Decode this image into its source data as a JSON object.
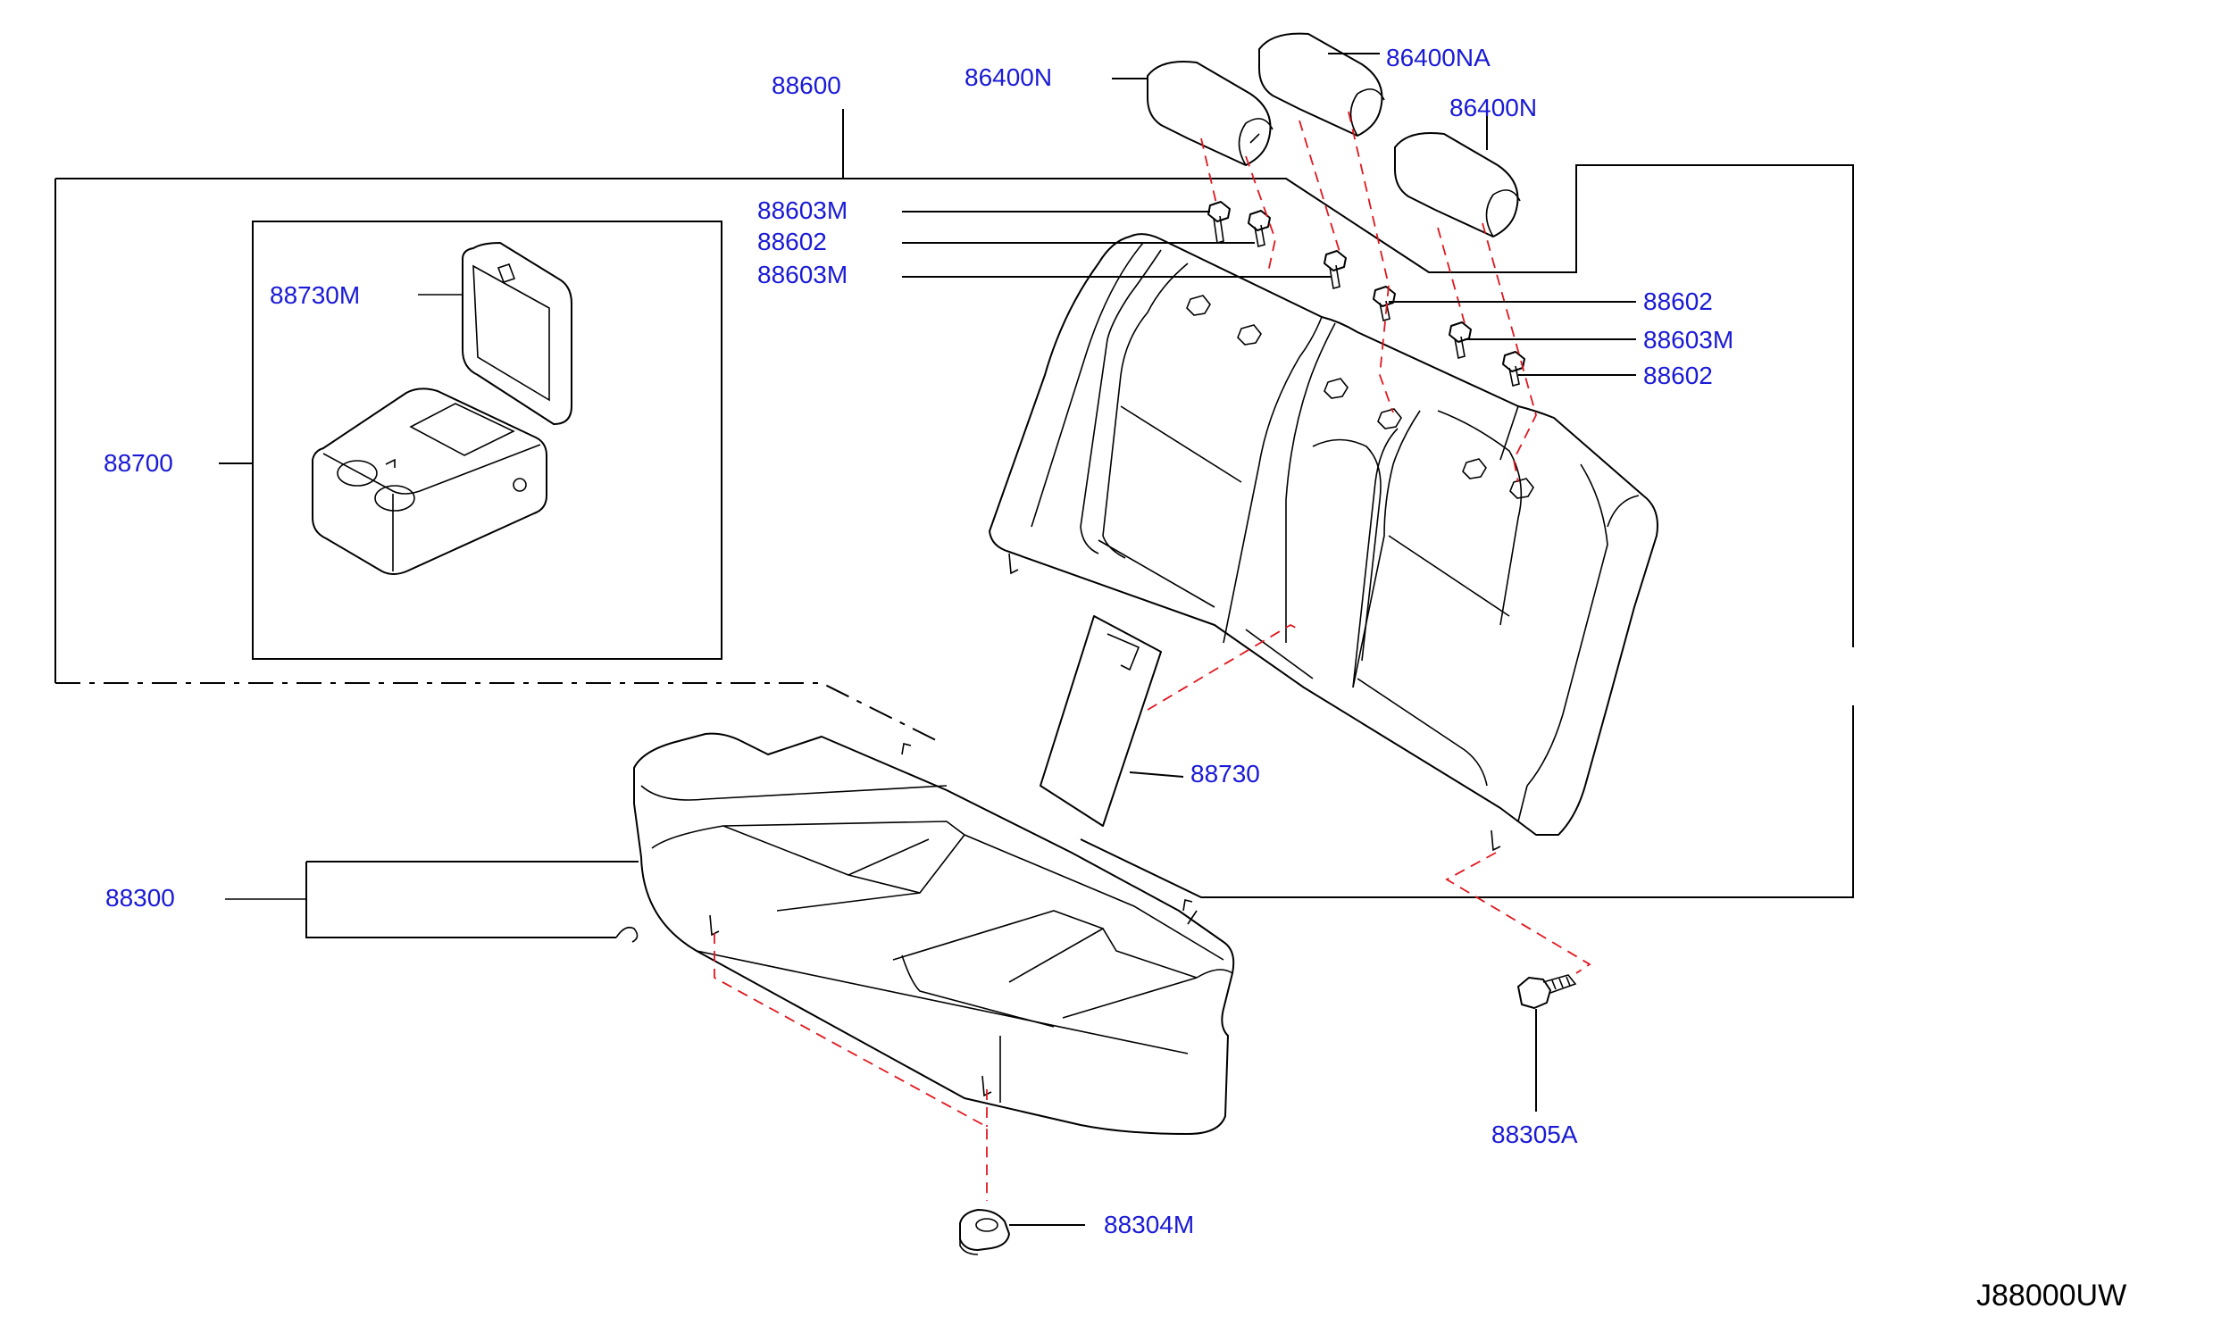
{
  "diagram_code": "J88000UW",
  "labels": {
    "l88600": "88600",
    "l86400n_a": "86400N",
    "l86400na": "86400NA",
    "l86400n_b": "86400N",
    "l88603m_a": "88603M",
    "l88602_a": "88602",
    "l88603m_b": "88603M",
    "l88602_b": "88602",
    "l88603m_c": "88603M",
    "l88602_c": "88602",
    "l88730m": "88730M",
    "l88700": "88700",
    "l88730": "88730",
    "l88300": "88300",
    "l88305a": "88305A",
    "l88304m": "88304M"
  },
  "colors": {
    "label_text": "#1a1ad6",
    "leader_dash": "#e0161e",
    "line": "#000000",
    "background": "#ffffff"
  }
}
